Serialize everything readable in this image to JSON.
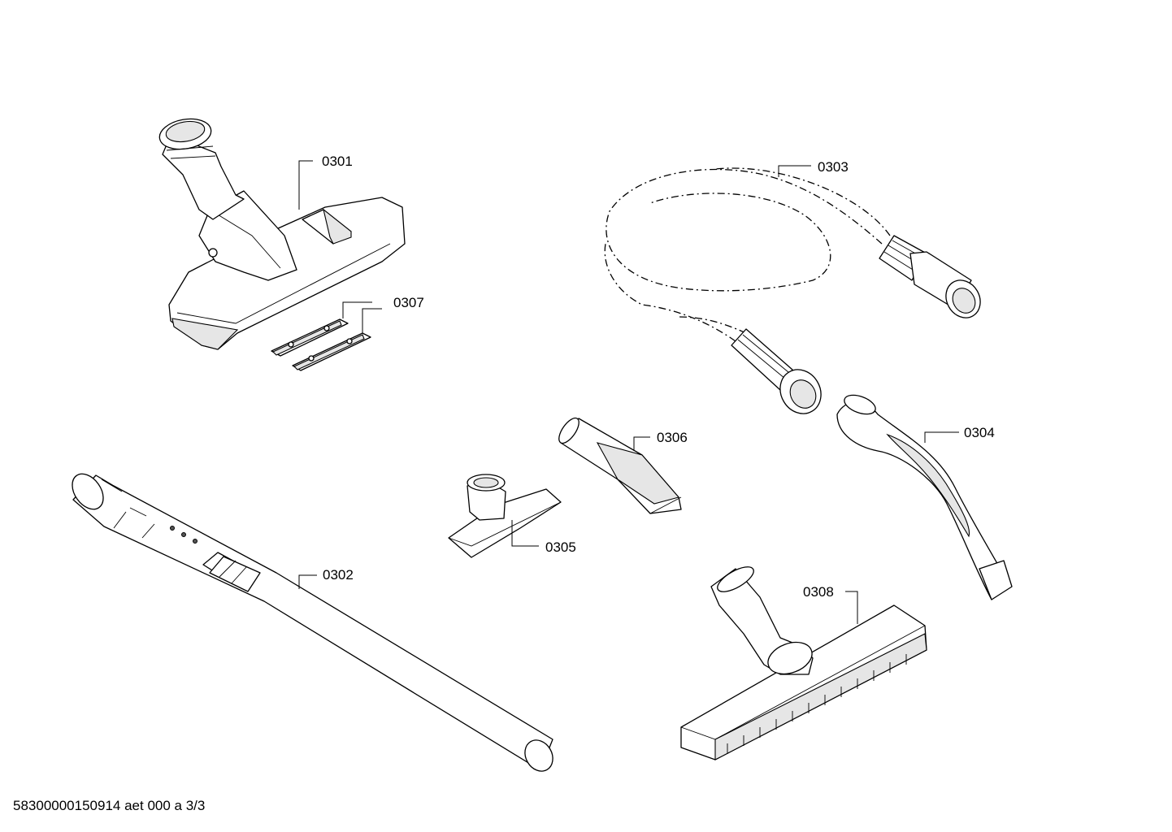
{
  "parts": {
    "p0301": "0301",
    "p0302": "0302",
    "p0303": "0303",
    "p0304": "0304",
    "p0305": "0305",
    "p0306": "0306",
    "p0307": "0307",
    "p0308": "0308"
  },
  "footer": "58300000150914 aet 000 a 3/3"
}
